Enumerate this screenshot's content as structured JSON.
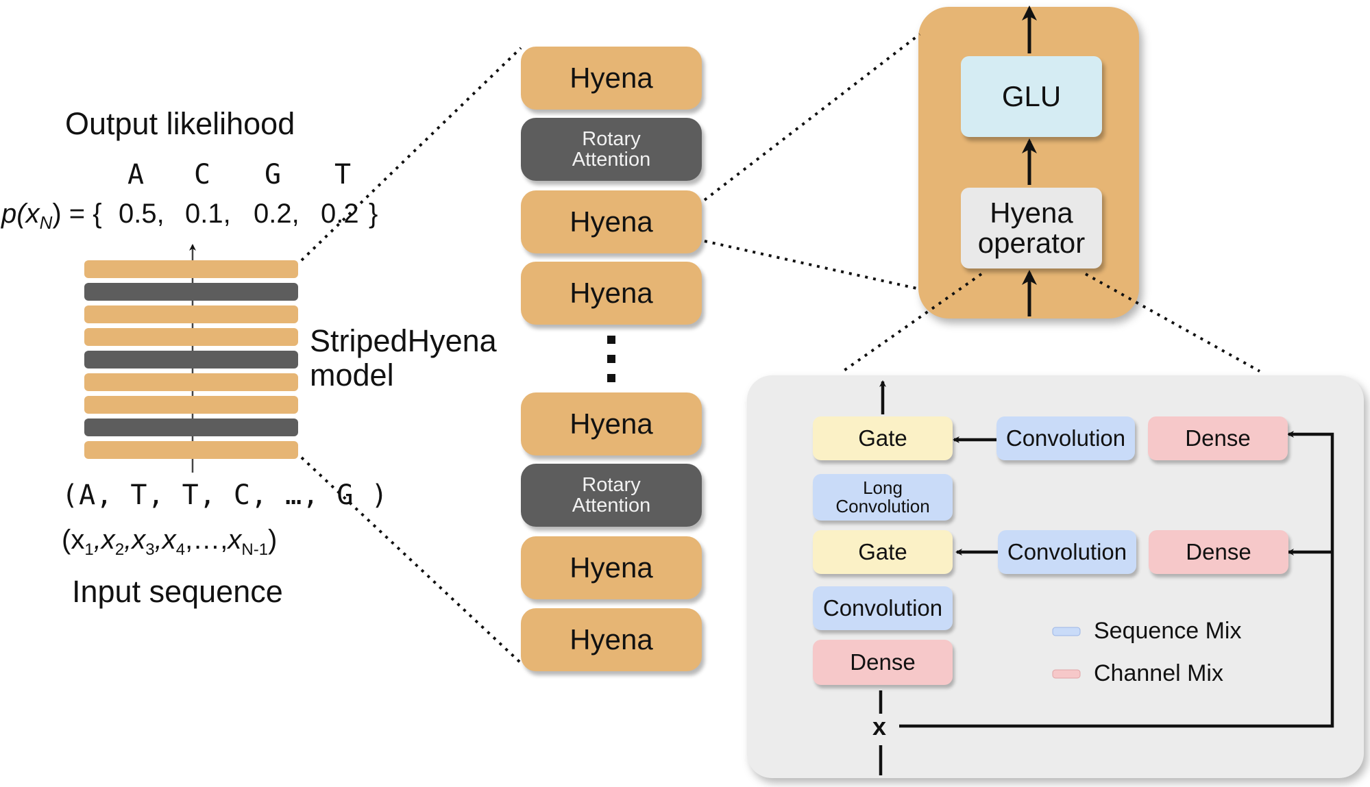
{
  "left": {
    "output_title": "Output likelihood",
    "letters": [
      "A",
      "C",
      "G",
      "T"
    ],
    "prob_lhs": "p(x",
    "prob_lhs_sub": "N",
    "prob_eq": ") = {",
    "probs": [
      "0.5,",
      "0.1,",
      "0.2,",
      "0.2"
    ],
    "prob_close": "}",
    "model_label_line1": "StripedHyena",
    "model_label_line2": "model",
    "input_tokens": "(A, T, T, C, …,  G )",
    "input_vars": "(x",
    "input_vars_sub": [
      "1",
      "2",
      "3",
      "4",
      "N-1"
    ],
    "input_title": "Input sequence",
    "stripe_pattern": [
      "hyena",
      "attention",
      "hyena",
      "hyena",
      "attention",
      "hyena",
      "hyena",
      "attention",
      "hyena"
    ]
  },
  "stack": [
    {
      "kind": "hyena",
      "label": "Hyena"
    },
    {
      "kind": "attention",
      "label": "Rotary\nAttention"
    },
    {
      "kind": "hyena",
      "label": "Hyena"
    },
    {
      "kind": "hyena",
      "label": "Hyena"
    },
    {
      "kind": "hyena",
      "label": "Hyena"
    },
    {
      "kind": "attention",
      "label": "Rotary\nAttention"
    },
    {
      "kind": "hyena",
      "label": "Hyena"
    },
    {
      "kind": "hyena",
      "label": "Hyena"
    }
  ],
  "block": {
    "glu": "GLU",
    "operator_line1": "Hyena",
    "operator_line2": "operator"
  },
  "operator_detail": {
    "gate_top": "Gate",
    "conv_top": "Convolution",
    "dense_top": "Dense",
    "long_conv_line1": "Long",
    "long_conv_line2": "Convolution",
    "gate_mid": "Gate",
    "conv_mid": "Convolution",
    "dense_mid": "Dense",
    "conv_bottom": "Convolution",
    "dense_bottom": "Dense",
    "input_x": "x",
    "legend": [
      {
        "label": "Sequence Mix",
        "color": "#c9dbf8"
      },
      {
        "label": "Channel Mix",
        "color": "#f6c8c9"
      }
    ]
  },
  "colors": {
    "hyena": "#e6b574",
    "attention": "#5d5d5d",
    "glu": "#d5ecf3",
    "operator": "#e9e9e9",
    "panel": "#ececec",
    "gate": "#fbf1c6"
  }
}
